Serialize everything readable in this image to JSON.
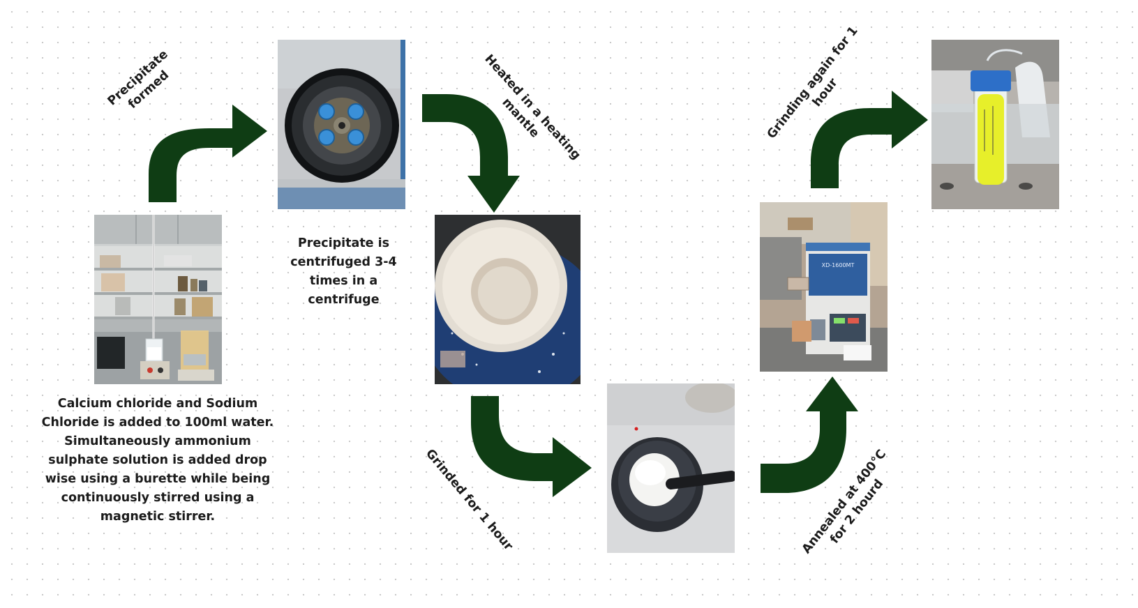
{
  "steps": {
    "mixing": "Calcium chloride and Sodium Chloride is added to 100ml water. Simultaneously ammonium sulphate solution is added drop wise using a burette while being continuously stirred using a magnetic stirrer.",
    "centrifuge": "Precipitate is centrifuged 3-4 times in a centrifuge"
  },
  "arrow_labels": {
    "precipitate": [
      "Precipitate",
      "formed"
    ],
    "heated": [
      "Heated in a heating",
      "mantle"
    ],
    "grinded": "Grinded for 1 hour",
    "annealed": [
      "Annealed at 400°C",
      "for 2 hourd"
    ],
    "grinding_again": [
      "Grinding again for 1",
      "hour"
    ]
  },
  "photo_text": {
    "furnace_model": "XD-1600MT"
  },
  "colors": {
    "arrow": "#0f3d14",
    "text": "#1b1b1b"
  }
}
